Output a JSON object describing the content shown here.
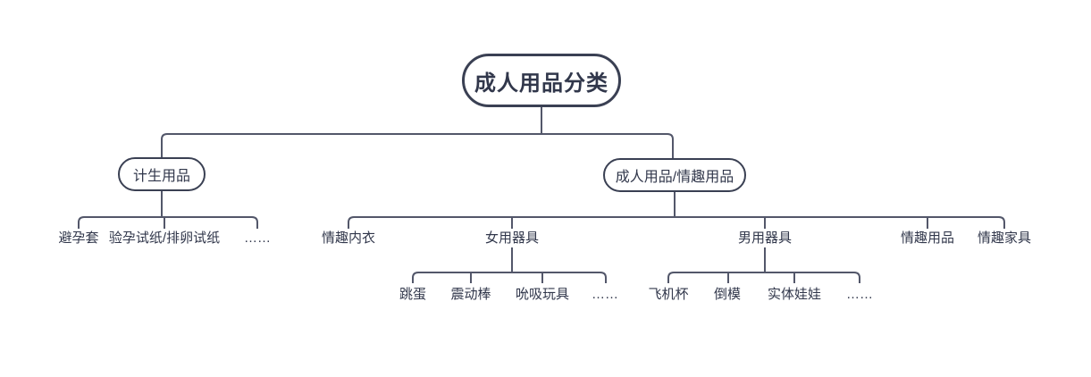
{
  "tree": {
    "label": "成人用品分类",
    "children": [
      {
        "label": "计生用品",
        "children": [
          {
            "label": "避孕套"
          },
          {
            "label": "验孕试纸/排卵试纸"
          },
          {
            "label": "……"
          }
        ]
      },
      {
        "label": "成人用品/情趣用品",
        "children": [
          {
            "label": "情趣内衣"
          },
          {
            "label": "女用器具",
            "children": [
              {
                "label": "跳蛋"
              },
              {
                "label": "震动棒"
              },
              {
                "label": "吮吸玩具"
              },
              {
                "label": "……"
              }
            ]
          },
          {
            "label": "男用器具",
            "children": [
              {
                "label": "飞机杯"
              },
              {
                "label": "倒模"
              },
              {
                "label": "实体娃娃"
              },
              {
                "label": "……"
              }
            ]
          },
          {
            "label": "情趣用品"
          },
          {
            "label": "情趣家具"
          }
        ]
      }
    ]
  },
  "colors": {
    "text": "#31374b",
    "node_border": "#3a4053",
    "line": "#53576a",
    "background": "#ffffff"
  }
}
